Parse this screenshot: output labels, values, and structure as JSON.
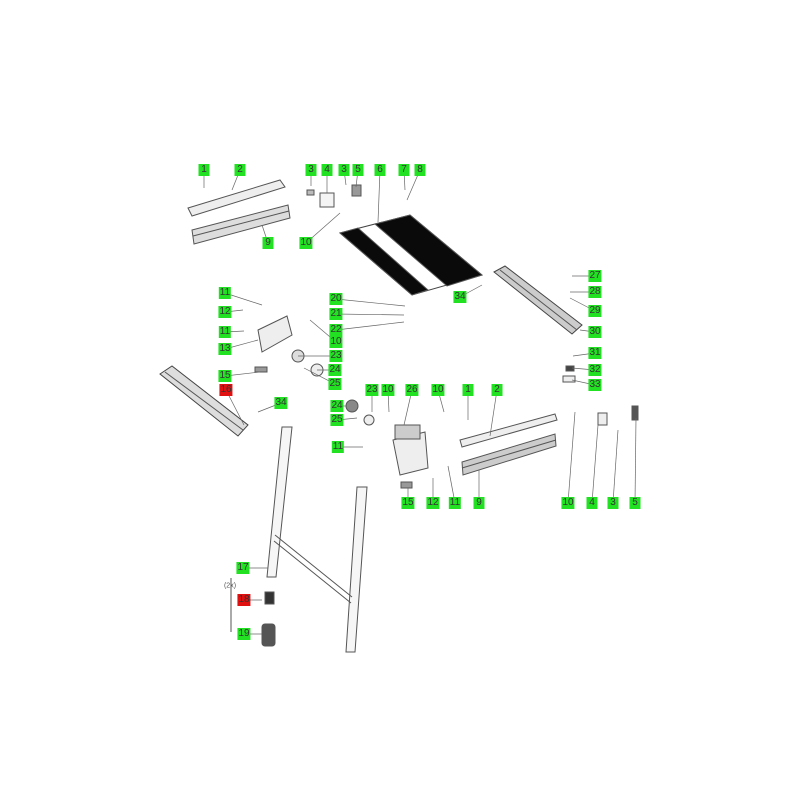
{
  "colors": {
    "callout_green": "#22e022",
    "callout_red": "#e01010",
    "part_line": "#555555",
    "panel_dark": "#0a0a0a"
  },
  "note": "(2x)",
  "callouts": [
    {
      "text": "1",
      "color": "green"
    },
    {
      "text": "2",
      "color": "green"
    },
    {
      "text": "9",
      "color": "green"
    },
    {
      "text": "3",
      "color": "green"
    },
    {
      "text": "4",
      "color": "green"
    },
    {
      "text": "3",
      "color": "green"
    },
    {
      "text": "5",
      "color": "green"
    },
    {
      "text": "6",
      "color": "green"
    },
    {
      "text": "7",
      "color": "green"
    },
    {
      "text": "8",
      "color": "green"
    },
    {
      "text": "10",
      "color": "green"
    },
    {
      "text": "34",
      "color": "green"
    },
    {
      "text": "11",
      "color": "green"
    },
    {
      "text": "12",
      "color": "green"
    },
    {
      "text": "11",
      "color": "green"
    },
    {
      "text": "13",
      "color": "green"
    },
    {
      "text": "20",
      "color": "green"
    },
    {
      "text": "21",
      "color": "green"
    },
    {
      "text": "22",
      "color": "green"
    },
    {
      "text": "10",
      "color": "green"
    },
    {
      "text": "23",
      "color": "green"
    },
    {
      "text": "24",
      "color": "green"
    },
    {
      "text": "25",
      "color": "green"
    },
    {
      "text": "15",
      "color": "green"
    },
    {
      "text": "16",
      "color": "red"
    },
    {
      "text": "34",
      "color": "green"
    },
    {
      "text": "27",
      "color": "green"
    },
    {
      "text": "28",
      "color": "green"
    },
    {
      "text": "29",
      "color": "green"
    },
    {
      "text": "30",
      "color": "green"
    },
    {
      "text": "31",
      "color": "green"
    },
    {
      "text": "32",
      "color": "green"
    },
    {
      "text": "33",
      "color": "green"
    },
    {
      "text": "24",
      "color": "green"
    },
    {
      "text": "25",
      "color": "green"
    },
    {
      "text": "23",
      "color": "green"
    },
    {
      "text": "10",
      "color": "green"
    },
    {
      "text": "26",
      "color": "green"
    },
    {
      "text": "10",
      "color": "green"
    },
    {
      "text": "1",
      "color": "green"
    },
    {
      "text": "2",
      "color": "green"
    },
    {
      "text": "11",
      "color": "green"
    },
    {
      "text": "15",
      "color": "green"
    },
    {
      "text": "12",
      "color": "green"
    },
    {
      "text": "11",
      "color": "green"
    },
    {
      "text": "9",
      "color": "green"
    },
    {
      "text": "10",
      "color": "green"
    },
    {
      "text": "4",
      "color": "green"
    },
    {
      "text": "3",
      "color": "green"
    },
    {
      "text": "5",
      "color": "green"
    },
    {
      "text": "17",
      "color": "green"
    },
    {
      "text": "18",
      "color": "red"
    },
    {
      "text": "19",
      "color": "green"
    }
  ]
}
